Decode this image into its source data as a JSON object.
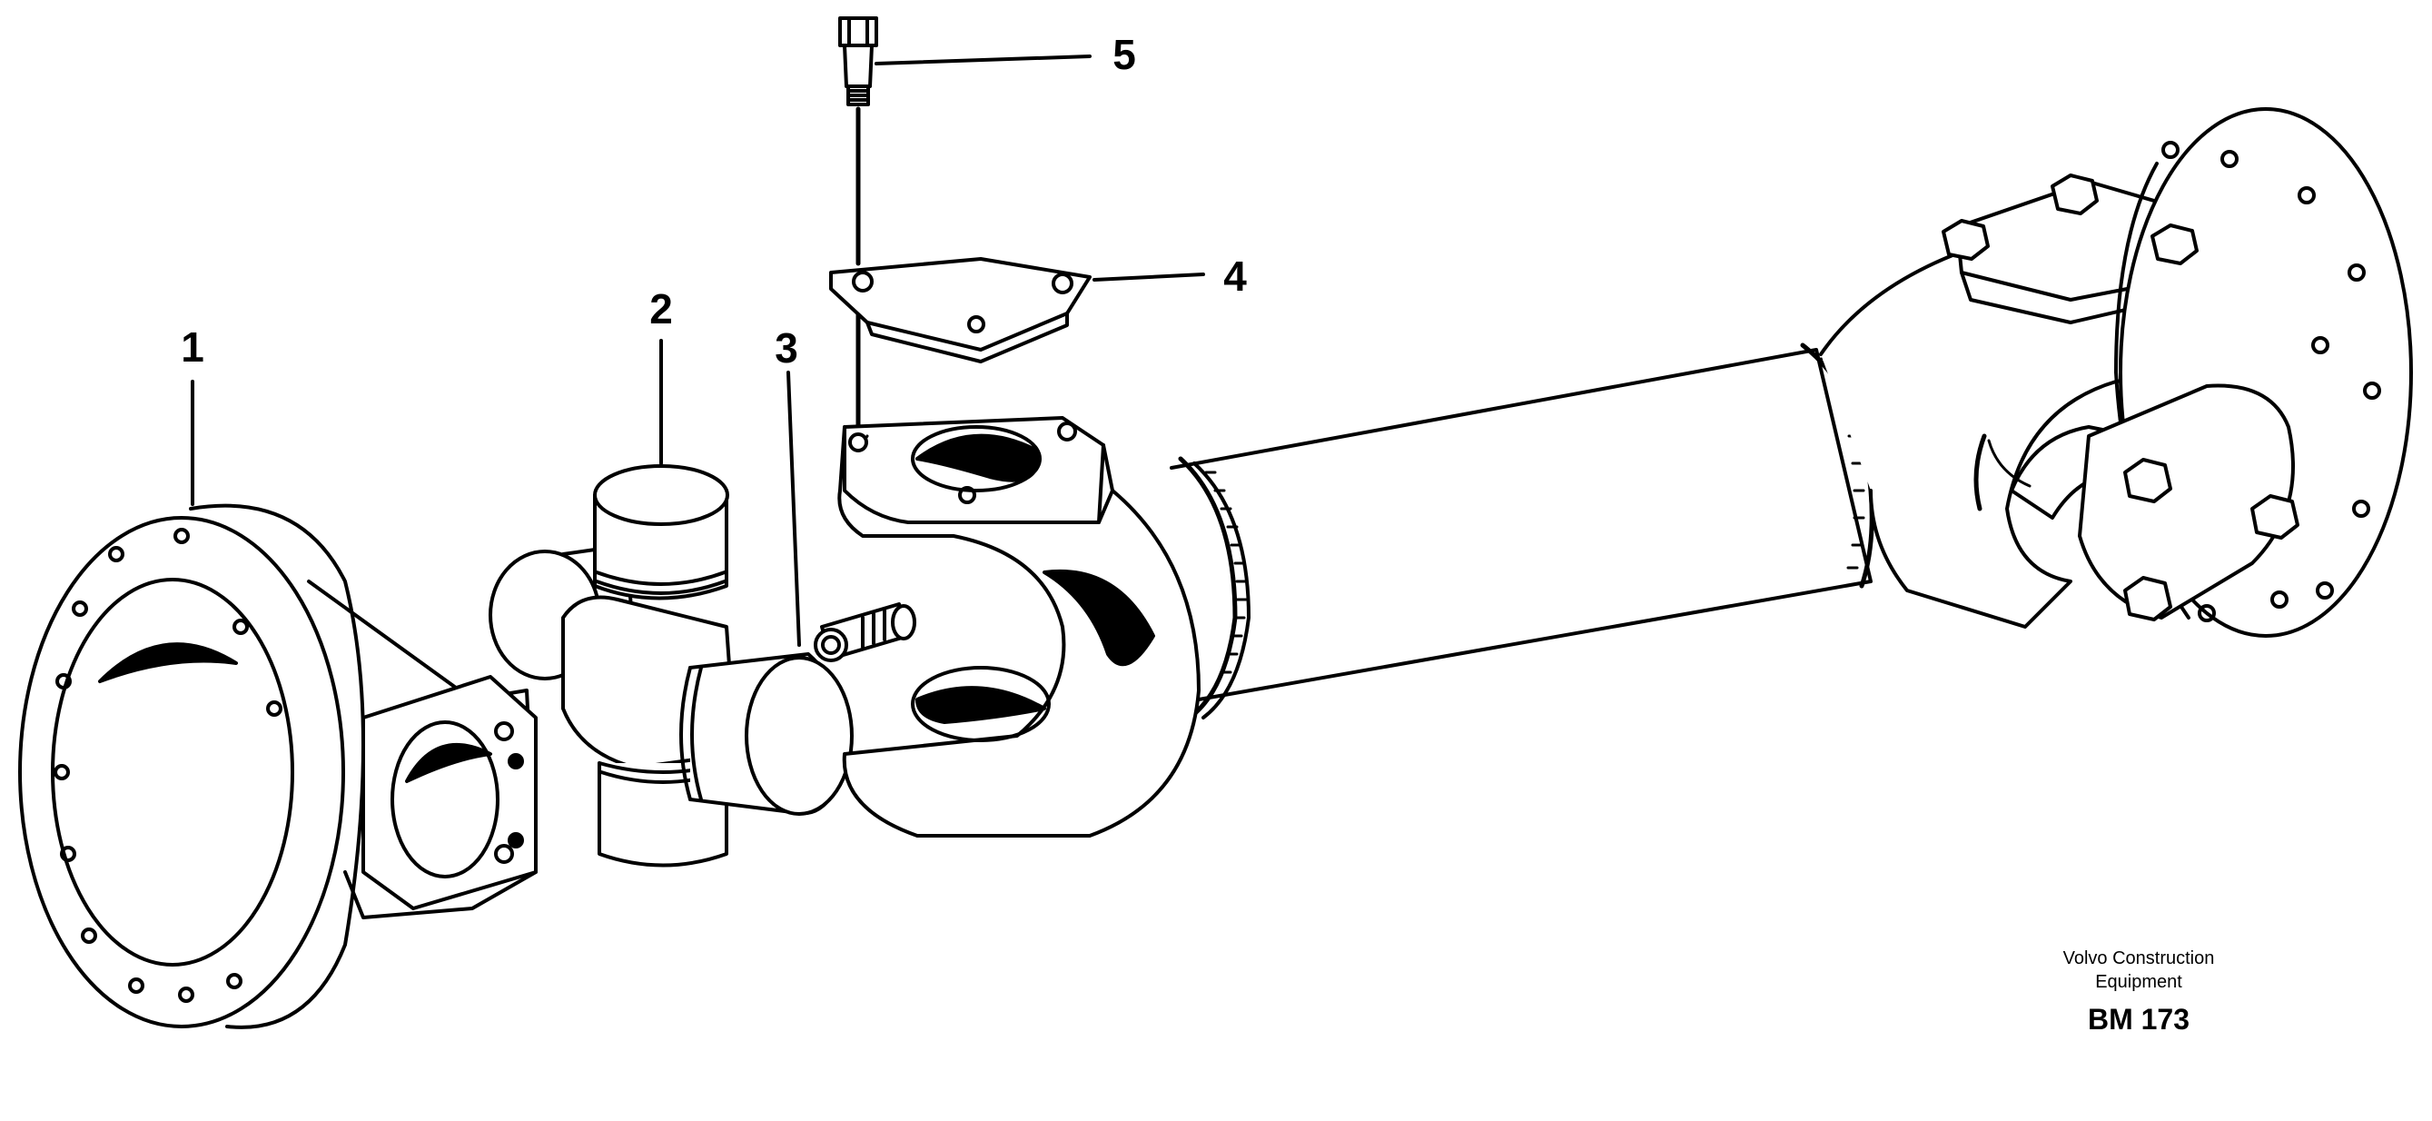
{
  "callouts": [
    {
      "id": "1",
      "label": "1"
    },
    {
      "id": "2",
      "label": "2"
    },
    {
      "id": "3",
      "label": "3"
    },
    {
      "id": "4",
      "label": "4"
    },
    {
      "id": "5",
      "label": "5"
    }
  ],
  "footer": {
    "manufacturer_line1": "Volvo Construction",
    "manufacturer_line2": "Equipment",
    "reference": "BM 173"
  }
}
